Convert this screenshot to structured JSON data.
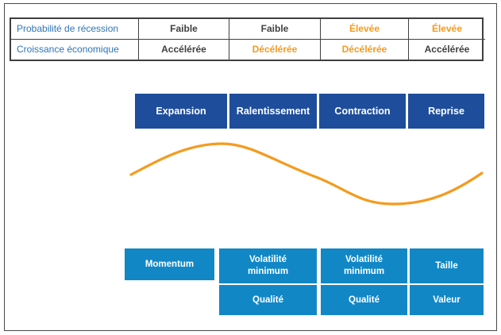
{
  "colors": {
    "dark_blue": "#1E4D9B",
    "light_blue": "#1287C6",
    "orange": "#F49B1E",
    "label_blue": "#2E75B6",
    "dark_text": "#404040"
  },
  "table": {
    "rows": [
      {
        "label": "Probabilité de récession",
        "values": [
          {
            "text": "Faible",
            "color": "#404040"
          },
          {
            "text": "Faible",
            "color": "#404040"
          },
          {
            "text": "Élevée",
            "color": "#F49B1E"
          },
          {
            "text": "Élevée",
            "color": "#F49B1E"
          }
        ]
      },
      {
        "label": "Croissance économique",
        "values": [
          {
            "text": "Accélérée",
            "color": "#404040"
          },
          {
            "text": "Décélérée",
            "color": "#F49B1E"
          },
          {
            "text": "Décélérée",
            "color": "#F49B1E"
          },
          {
            "text": "Accélérée",
            "color": "#404040"
          }
        ]
      }
    ]
  },
  "phases": [
    "Expansion",
    "Ralentissement",
    "Contraction",
    "Reprise"
  ],
  "factors": {
    "momentum": "Momentum",
    "columns": [
      {
        "top": "Volatilité minimum",
        "bottom": "Qualité"
      },
      {
        "top": "Volatilité minimum",
        "bottom": "Qualité"
      },
      {
        "top": "Taille",
        "bottom": "Valeur"
      }
    ]
  }
}
